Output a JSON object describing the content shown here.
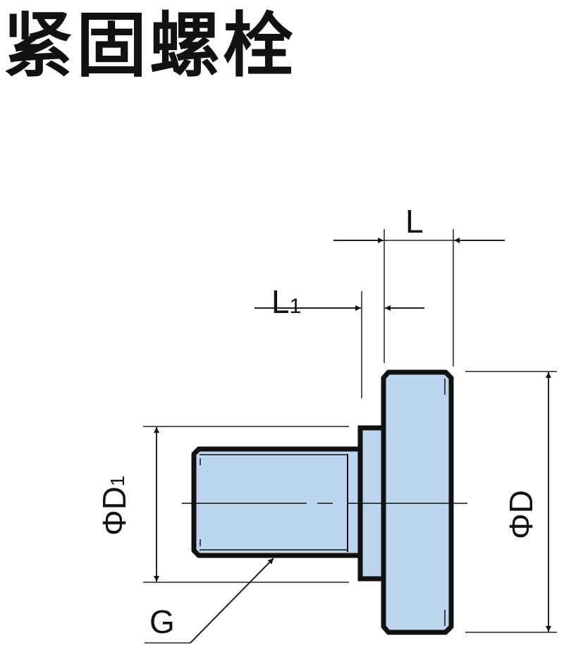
{
  "title": "紧固螺栓",
  "labels": {
    "L": "L",
    "L1_main": "L",
    "L1_sub": "1",
    "D1_prefix": "ΦD",
    "D1_sub": "1",
    "D": "ΦD",
    "G": "G"
  },
  "colors": {
    "fill": "#bcd6f0",
    "stroke": "#111111"
  }
}
